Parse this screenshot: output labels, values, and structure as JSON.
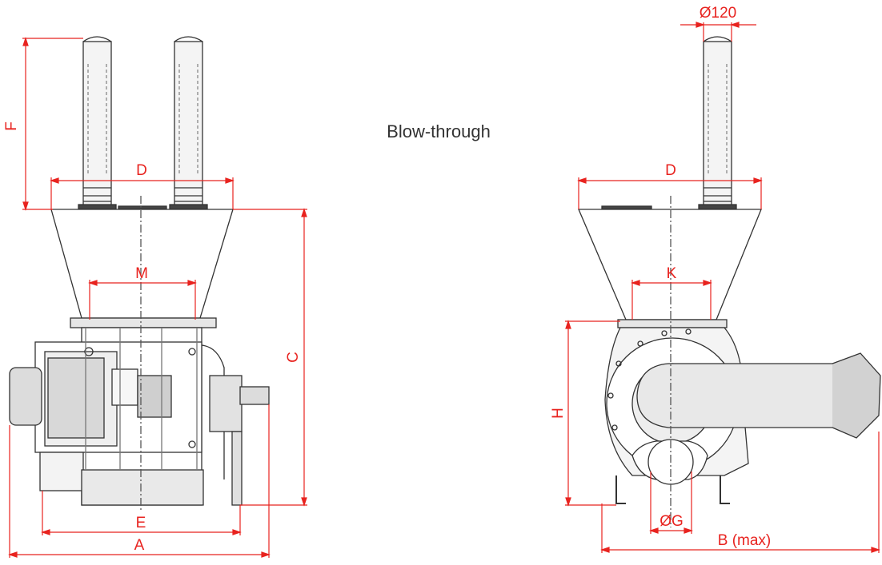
{
  "title": "Blow-through",
  "colors": {
    "dimension": "#e8231f",
    "line": "#333333",
    "fill": "#dcdcdc",
    "background": "#ffffff"
  },
  "labels": {
    "A": "A",
    "B": "B (max)",
    "C": "C",
    "D_left": "D",
    "D_right": "D",
    "E": "E",
    "F": "F",
    "G": "ØG",
    "H": "H",
    "K": "K",
    "M": "M",
    "pipe_diameter": "Ø120"
  }
}
